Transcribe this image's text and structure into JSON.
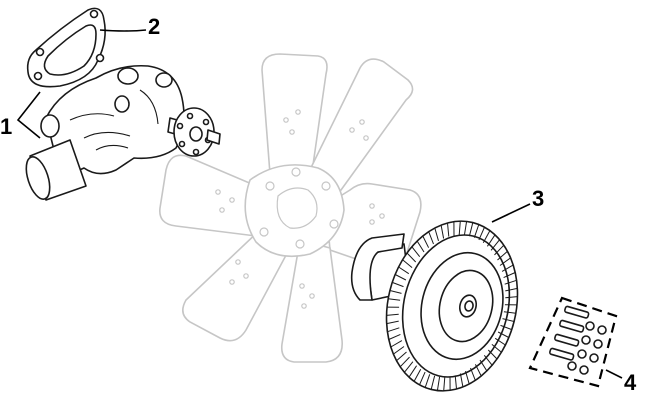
{
  "callouts": [
    {
      "id": "water-pump",
      "label": "1"
    },
    {
      "id": "gasket",
      "label": "2"
    },
    {
      "id": "fan-clutch",
      "label": "3"
    },
    {
      "id": "hardware-kit",
      "label": "4"
    }
  ],
  "colors": {
    "line": "#1a1a1a",
    "ghost": "#c6c6c6",
    "background": "#ffffff"
  }
}
